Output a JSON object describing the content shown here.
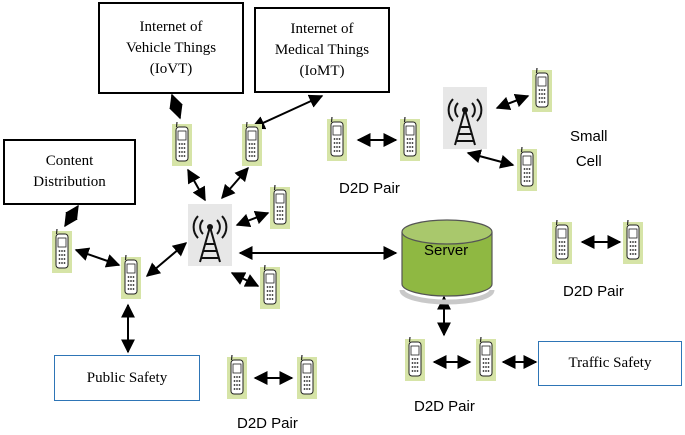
{
  "boxes": {
    "iovt": [
      "Internet of",
      "Vehicle Things",
      "(IoVT)"
    ],
    "iomt": [
      "Internet of",
      "Medical Things",
      "(IoMT)"
    ],
    "content": [
      "Content",
      "Distribution"
    ],
    "public_safety": "Public Safety",
    "traffic_safety": "Traffic Safety"
  },
  "server": "Server",
  "labels": {
    "d2d_pair_top": "D2D Pair",
    "d2d_pair_right": "D2D Pair",
    "d2d_pair_bottom_mid": "D2D Pair",
    "d2d_pair_bottom_left": "D2D Pair",
    "small_cell": [
      "Small",
      "Cell"
    ]
  },
  "colors": {
    "phone_green": "#d6e4a7",
    "server_green": "#8fb842",
    "blue_border": "#2e75b6"
  }
}
